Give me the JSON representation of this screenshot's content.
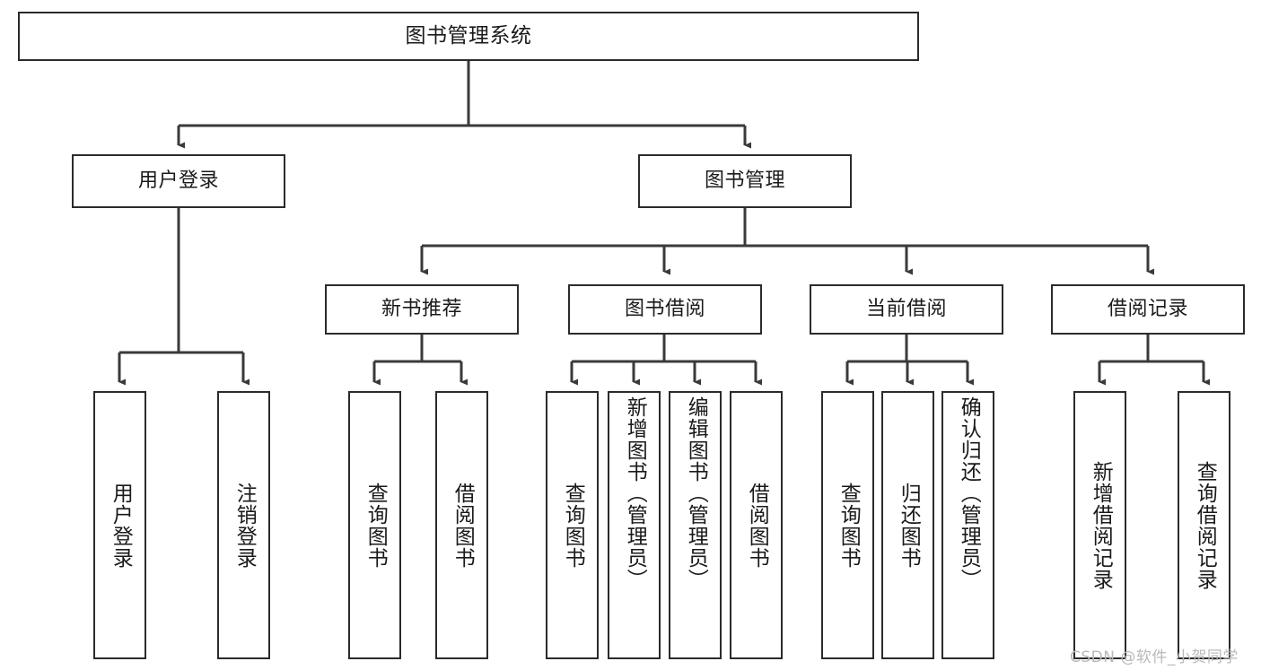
{
  "diagram": {
    "type": "tree-hierarchy-chart",
    "title": "图书管理系统",
    "orientation": "top-down",
    "colors": {
      "box_border": "#2b2b2b",
      "box_fill": "#ffffff",
      "connector": "#3a3a3a",
      "text": "#1a1a1a",
      "watermark": "#b9b9b9",
      "background": "#ffffff"
    },
    "nodes": {
      "root": {
        "label": "图书管理系统",
        "level": 1
      },
      "level2": [
        {
          "id": "user-login",
          "label": "用户登录"
        },
        {
          "id": "book-manage",
          "label": "图书管理"
        }
      ],
      "level3": [
        {
          "id": "new-book-recommend",
          "label": "新书推荐",
          "parent": "book-manage"
        },
        {
          "id": "book-borrow",
          "label": "图书借阅",
          "parent": "book-manage"
        },
        {
          "id": "current-borrow",
          "label": "当前借阅",
          "parent": "book-manage"
        },
        {
          "id": "borrow-record",
          "label": "借阅记录",
          "parent": "book-manage"
        }
      ],
      "leaves": [
        {
          "id": "leaf-user-login",
          "label": "用户登录",
          "parent": "user-login"
        },
        {
          "id": "leaf-logout-login",
          "label": "注销登录",
          "parent": "user-login"
        },
        {
          "id": "leaf-query-book-1",
          "label": "查询图书",
          "parent": "new-book-recommend"
        },
        {
          "id": "leaf-borrow-book-1",
          "label": "借阅图书",
          "parent": "new-book-recommend"
        },
        {
          "id": "leaf-query-book-2",
          "label": "查询图书",
          "parent": "book-borrow"
        },
        {
          "id": "leaf-add-book",
          "label": "新增图书（管理员）",
          "parent": "book-borrow"
        },
        {
          "id": "leaf-edit-book",
          "label": "编辑图书（管理员）",
          "parent": "book-borrow"
        },
        {
          "id": "leaf-borrow-book-2",
          "label": "借阅图书",
          "parent": "book-borrow"
        },
        {
          "id": "leaf-query-book-3",
          "label": "查询图书",
          "parent": "current-borrow"
        },
        {
          "id": "leaf-return-book",
          "label": "归还图书",
          "parent": "current-borrow"
        },
        {
          "id": "leaf-confirm-return",
          "label": "确认归还（管理员）",
          "parent": "current-borrow"
        },
        {
          "id": "leaf-add-record",
          "label": "新增借阅记录",
          "parent": "borrow-record"
        },
        {
          "id": "leaf-query-record",
          "label": "查询借阅记录",
          "parent": "borrow-record"
        }
      ]
    }
  },
  "watermark": {
    "text": "CSDN @软件_小贺同学"
  }
}
